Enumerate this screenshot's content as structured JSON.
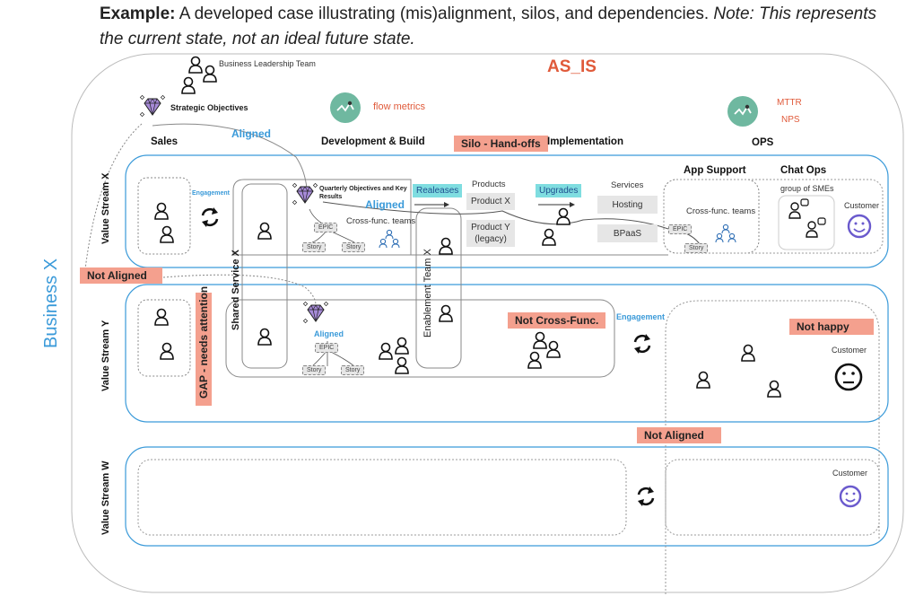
{
  "caption": {
    "prefix": "Example:",
    "body": " A developed case illustrating (mis)alignment, silos, and dependencies. ",
    "note": "Note: This represents the current state, not an ideal future state."
  },
  "diagram": {
    "title": "AS_IS",
    "business_label": "Business X",
    "leadership": "Business Leadership Team",
    "strategic_objectives": "Strategic Objectives",
    "flow_metrics": "flow metrics",
    "ops_metrics": [
      "MTTR",
      "NPS"
    ],
    "columns": {
      "sales": "Sales",
      "dev_build": "Development & Build",
      "implementation": "Implementation",
      "ops": "OPS",
      "app_support": "App Support",
      "chat_ops": "Chat Ops"
    },
    "badges": {
      "silo": "Silo - Hand-offs",
      "not_aligned_left": "Not Aligned",
      "gap": "GAP - needs attention",
      "not_cross_func": "Not Cross-Func.",
      "not_happy": "Not happy",
      "not_aligned_right": "Not Aligned"
    },
    "aligned_labels": {
      "top": "Aligned",
      "okr": "Aligned",
      "stream_y": "Aligned"
    },
    "value_streams": [
      {
        "name": "Value Stream X"
      },
      {
        "name": "Value Stream Y"
      },
      {
        "name": "Value Stream W"
      }
    ],
    "engagement": [
      "Engagement",
      "Engagement"
    ],
    "okr": "Quarterly Objectives and Key Results",
    "cross_func": [
      "Cross-func. teams",
      "Cross-func. teams"
    ],
    "chips": {
      "epic": "EPIC",
      "story": "Story"
    },
    "shared_service": "Shared Service X",
    "enablement": "Enablement Team X",
    "releases": "Realeases",
    "upgrades": "Upgrades",
    "products": {
      "heading": "Products",
      "items": [
        "Product X",
        "Product Y (legacy)"
      ]
    },
    "services": {
      "heading": "Services",
      "items": [
        "Hosting",
        "BPaaS"
      ]
    },
    "smes": "group of SMEs",
    "customer": "Customer",
    "customer_moods": [
      "happy",
      "neutral",
      "happy"
    ],
    "colors": {
      "stream_border": "#3a9ad9",
      "badge": "#f4a08e",
      "cyan_badge": "#7fdde0",
      "title_red": "#e05a3a",
      "metric_green": "#6fb8a0",
      "smiley_purple": "#6a5acd",
      "gem_purple": "#a78bd8"
    }
  }
}
